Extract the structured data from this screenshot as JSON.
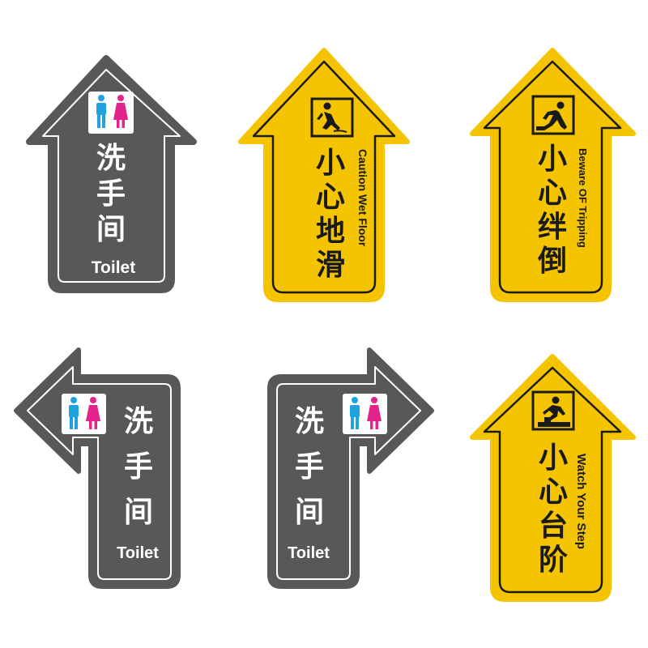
{
  "colors": {
    "gray": "#58585a",
    "gray_border": "#58585a",
    "yellow": "#f5c400",
    "black": "#1a1a1a",
    "male": "#1fa3e0",
    "female": "#e2238c"
  },
  "signs": [
    {
      "kind": "toilet",
      "direction": "up",
      "cn": [
        "洗",
        "手",
        "间"
      ],
      "en": "Toilet",
      "icon": "restroom-icon"
    },
    {
      "kind": "caution",
      "direction": "up",
      "cn": [
        "小",
        "心",
        "地",
        "滑"
      ],
      "en": "Caution Wet Floor",
      "icon": "slip-icon"
    },
    {
      "kind": "caution",
      "direction": "up",
      "cn": [
        "小",
        "心",
        "绊",
        "倒"
      ],
      "en": "Beware OF Tripping",
      "icon": "trip-icon"
    },
    {
      "kind": "toilet",
      "direction": "left",
      "cn": [
        "洗",
        "手",
        "间"
      ],
      "en": "Toilet",
      "icon": "restroom-icon"
    },
    {
      "kind": "toilet",
      "direction": "right",
      "cn": [
        "洗",
        "手",
        "间"
      ],
      "en": "Toilet",
      "icon": "restroom-icon"
    },
    {
      "kind": "caution",
      "direction": "up",
      "cn": [
        "小",
        "心",
        "台",
        "阶"
      ],
      "en": "Watch Your Step",
      "icon": "stairs-fall-icon"
    }
  ]
}
